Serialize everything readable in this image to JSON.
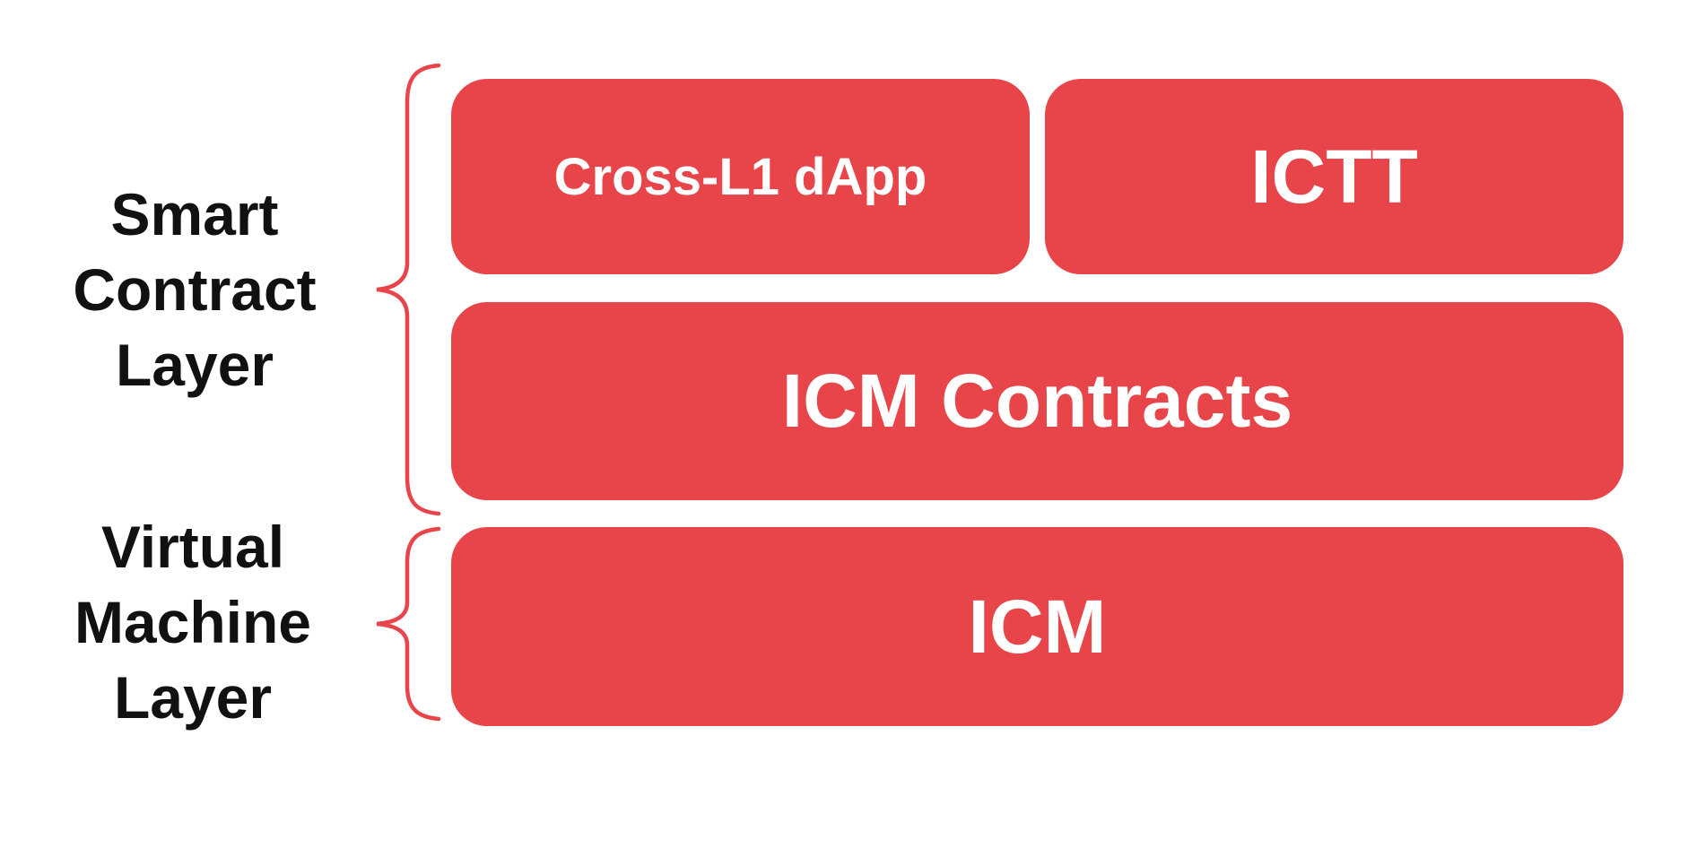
{
  "colors": {
    "block_red": "#e8454a",
    "brace_red": "#e8454a",
    "label_text": "#111111",
    "block_text": "#ffffff",
    "background": "#ffffff"
  },
  "labels": {
    "smart_contract_layer": "Smart\nContract\nLayer",
    "virtual_machine_layer": "Virtual\nMachine\nLayer"
  },
  "blocks": {
    "cross_l1_dapp": "Cross-L1 dApp",
    "ictt": "ICTT",
    "icm_contracts": "ICM Contracts",
    "icm": "ICM"
  }
}
